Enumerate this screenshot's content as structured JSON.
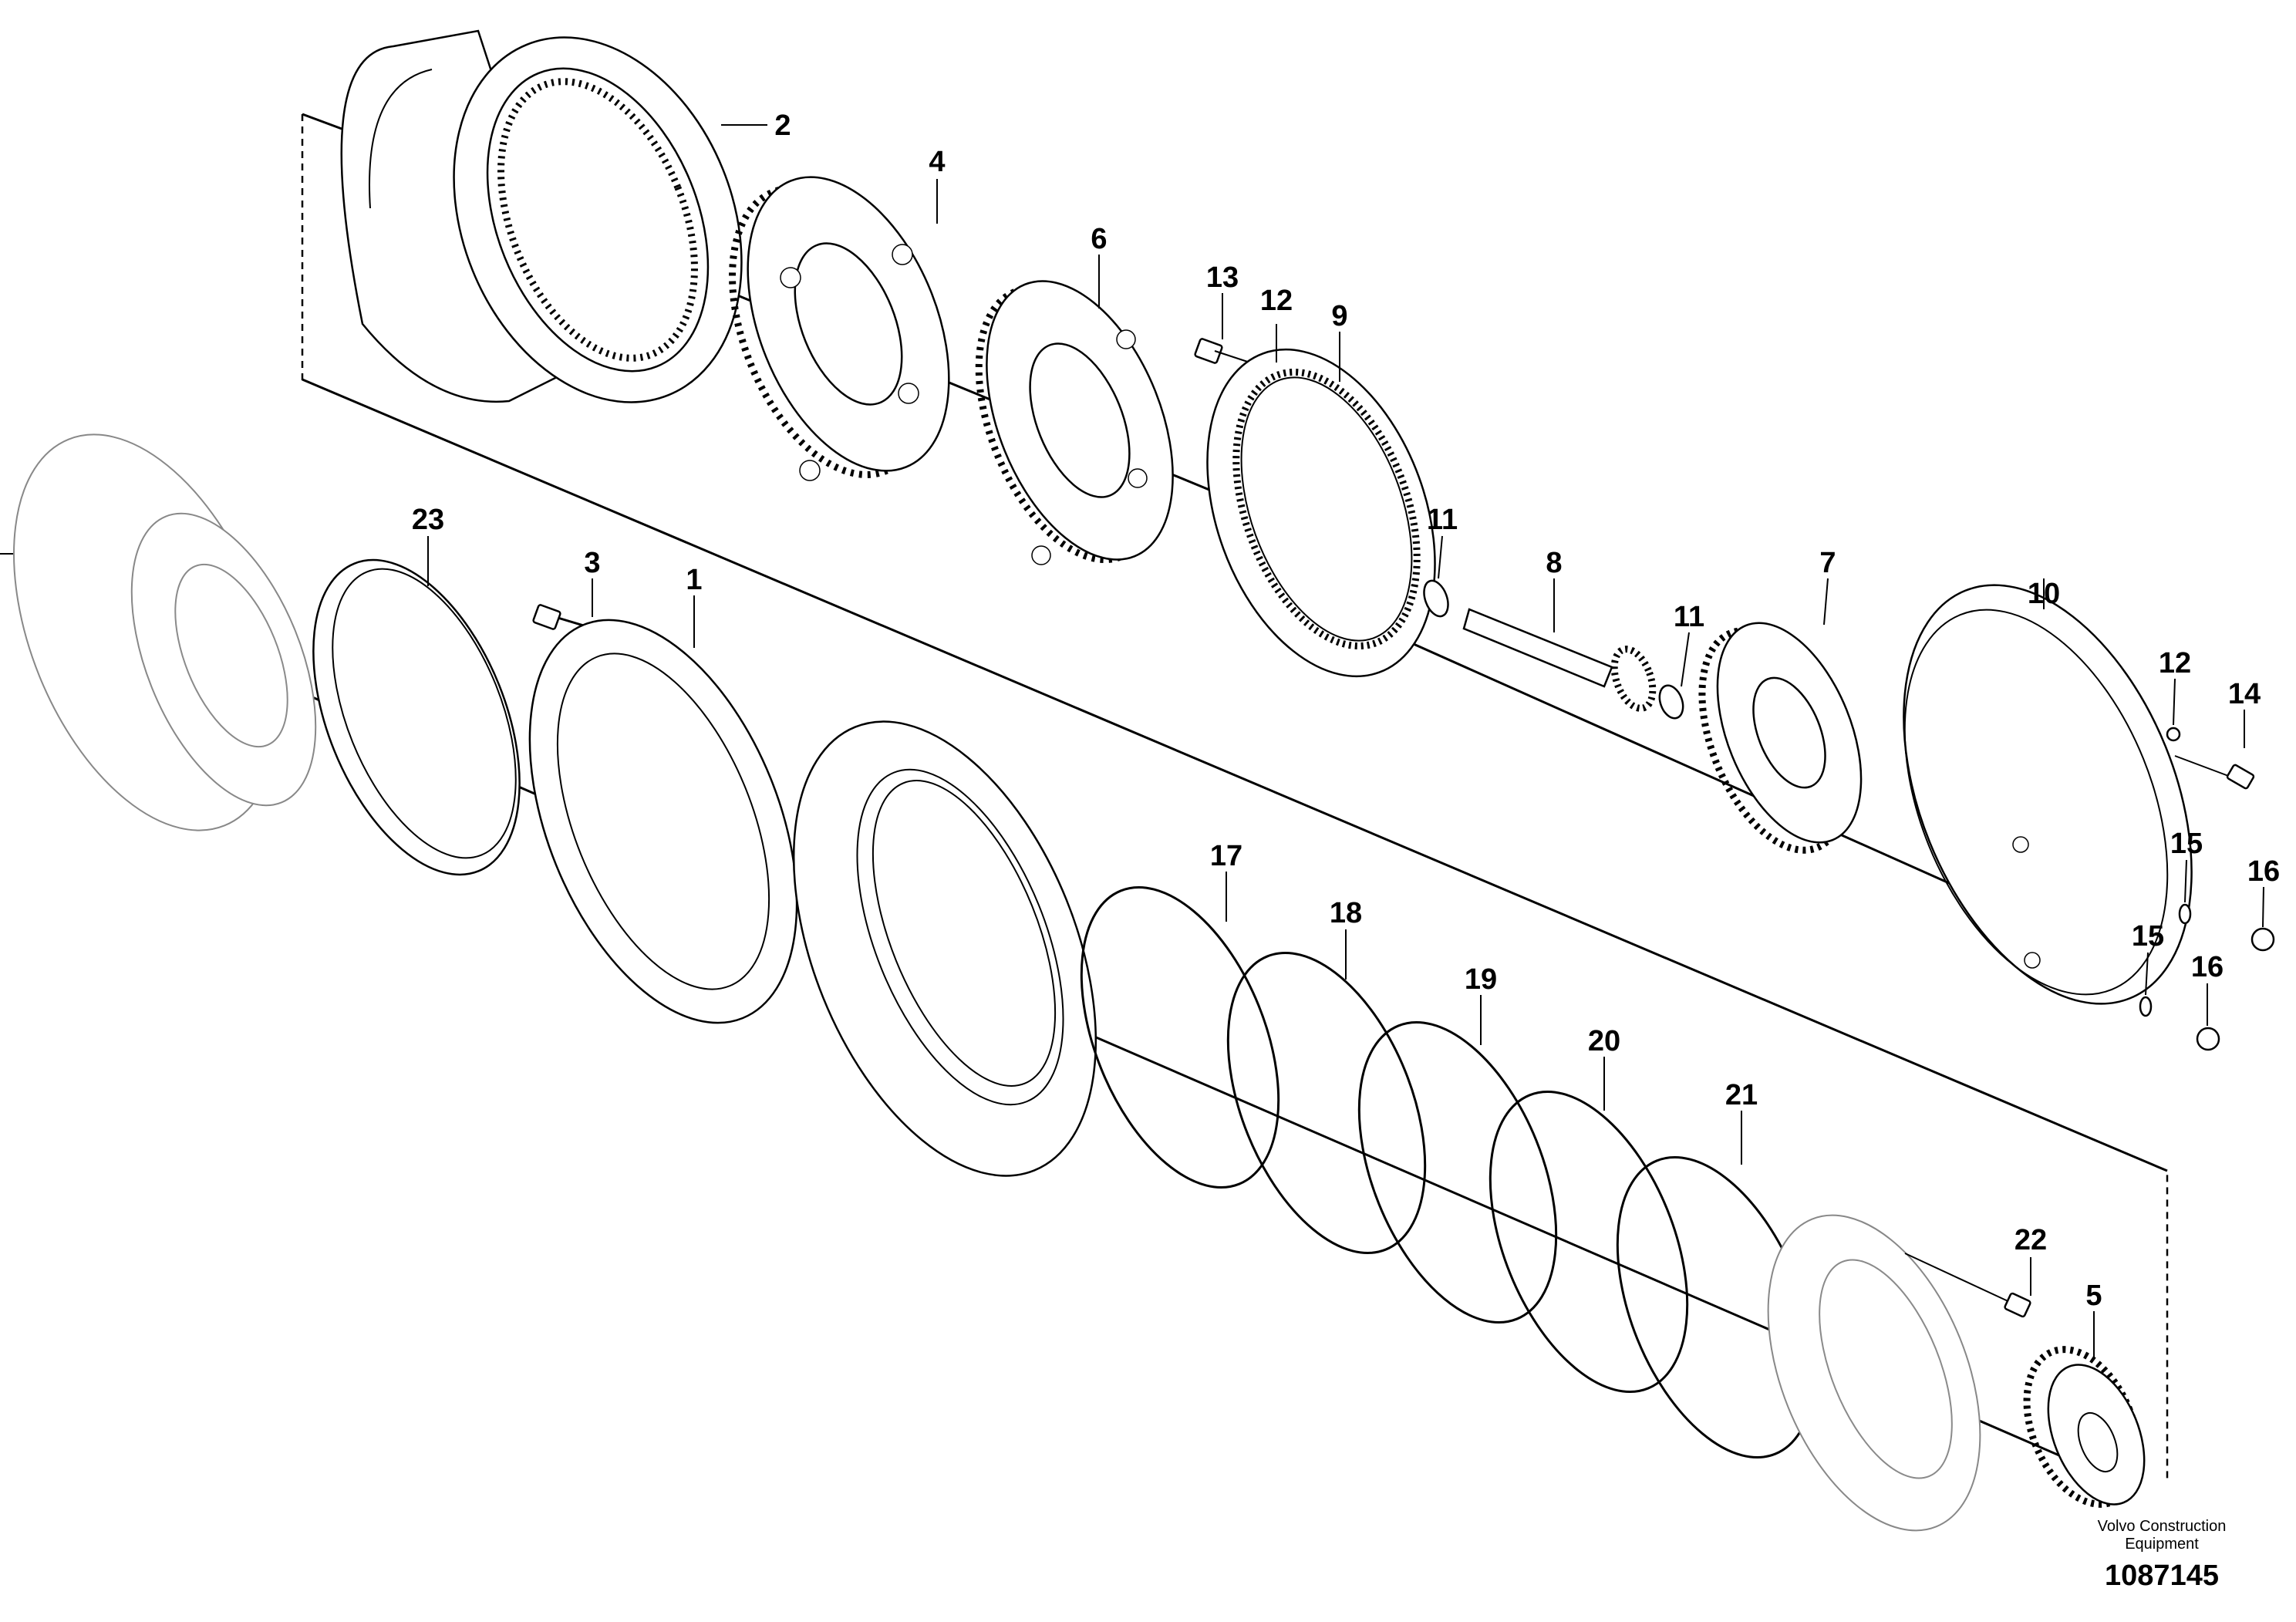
{
  "callouts": [
    "2",
    "4",
    "6",
    "13",
    "12",
    "9",
    "11",
    "8",
    "11",
    "7",
    "10",
    "12",
    "14",
    "15",
    "16",
    "15",
    "16",
    "23",
    "3",
    "1",
    "17",
    "18",
    "19",
    "20",
    "21",
    "22",
    "5"
  ],
  "credit": {
    "line1": "Volvo Construction",
    "line2": "Equipment"
  },
  "drawing_number": "1087145"
}
